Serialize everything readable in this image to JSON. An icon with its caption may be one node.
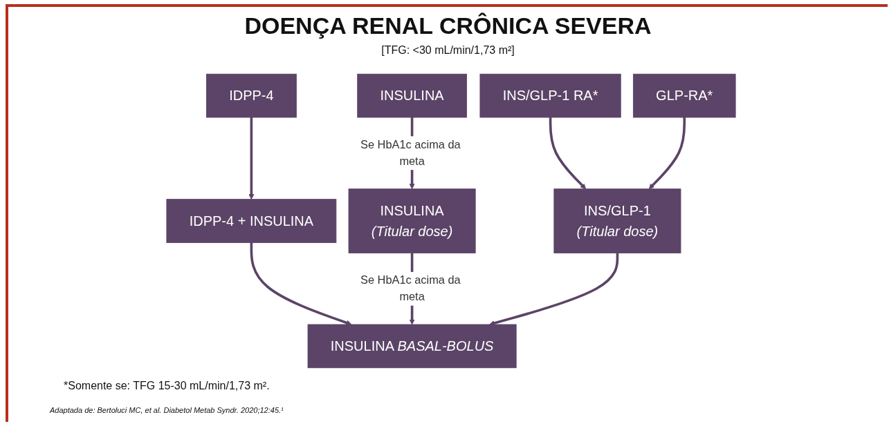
{
  "diagram": {
    "title": "DOENÇA RENAL CRÔNICA SEVERA",
    "nodes": [
      {
        "text": [
          "IDPP-4"
        ]
      },
      {
        "text": [
          "INSULINA"
        ]
      },
      {
        "text": [
          "INS/GLP-1 RA*"
        ]
      },
      {
        "text": [
          "GLP-RA*"
        ]
      },
      {
        "text": [
          "IDPP-4 + INSULINA"
        ]
      },
      {
        "text": [
          "INSULINA",
          "(Titular dose)"
        ]
      },
      {
        "text": [
          "INS/GLP-1",
          "(Titular dose)"
        ]
      },
      {
        "text": [
          "INSULINA *BASAL-BOLUS*"
        ]
      }
    ],
    "edges": [
      {
        "from": 0,
        "to": 4,
        "arrow": "to"
      },
      {
        "from": 1,
        "to": 5,
        "arrow": "to",
        "label": "Se HbA1c acima da meta"
      },
      {
        "from": 2,
        "to": 6,
        "arrow": "to"
      },
      {
        "from": 3,
        "to": 6,
        "arrow": "to"
      },
      {
        "from": 4,
        "to": 7,
        "arrow": "to"
      },
      {
        "from": 5,
        "to": 7,
        "arrow": "to",
        "label": "Se HbA1c acima da meta"
      },
      {
        "from": 6,
        "to": 7,
        "arrow": "to"
      }
    ],
    "labels": [
      "[TFG: <30 mL/min/1,73 m²]",
      "*Somente se: TFG 15-30 mL/min/1,73 m².",
      "Adaptada de: Bertoluci MC, et al. Diabetol Metab Syndr. 2020;12:45.¹"
    ]
  }
}
